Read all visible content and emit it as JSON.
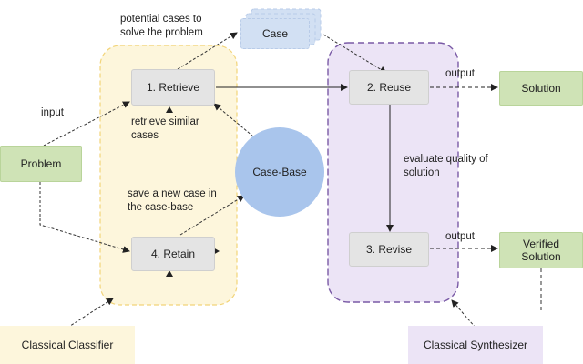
{
  "nodes": {
    "case": "Case",
    "retrieve": "1. Retrieve",
    "reuse": "2. Reuse",
    "revise": "3. Revise",
    "retain": "4. Retain",
    "case_base": "Case-Base",
    "problem": "Problem",
    "solution": "Solution",
    "verified_solution": "Verified\nSolution",
    "classical_classifier": "Classical Classifier",
    "classical_synthesizer": "Classical Synthesizer"
  },
  "labels": {
    "potential_cases": "potential cases to\nsolve the problem",
    "input": "input",
    "retrieve_similar": "retrieve similar\ncases",
    "save_new_case": "save a new case in\nthe case-base",
    "evaluate_quality": "evaluate quality of\nsolution",
    "output_top": "output",
    "output_bottom": "output"
  },
  "colors": {
    "retrieve_group": "#fdf6dc",
    "retrieve_group_border": "#f2d479",
    "reuse_group": "#ece4f6",
    "reuse_group_border": "#7a5aa6",
    "green_box": "#cfe3b6",
    "grey_box": "#e4e4e4",
    "case_box": "#d2e0f3",
    "case_base": "#a9c5ec"
  }
}
